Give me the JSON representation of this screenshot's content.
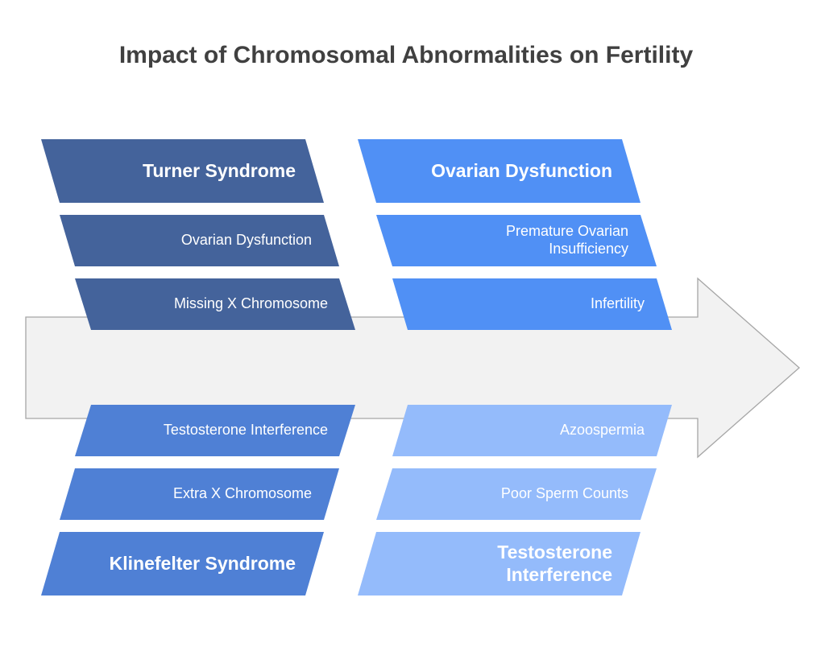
{
  "title": "Impact of Chromosomal Abnormalities on Fertility",
  "colors": {
    "dark_blue": "#44639B",
    "mid_blue": "#4F80D5",
    "bright_blue": "#5090F5",
    "light_blue": "#94BBFB",
    "arrow_fill": "#F2F2F2",
    "arrow_stroke": "#A6A6A6",
    "text_dark": "#404040"
  },
  "top_left": {
    "heading": "Turner Syndrome",
    "items": [
      "Ovarian Dysfunction",
      "Missing X Chromosome"
    ]
  },
  "top_right": {
    "heading": "Ovarian Dysfunction",
    "items": [
      "Premature Ovarian Insufficiency",
      "Infertility"
    ]
  },
  "bottom_left": {
    "heading": "Klinefelter Syndrome",
    "items": [
      "Testosterone Interference",
      "Extra X Chromosome"
    ]
  },
  "bottom_right": {
    "heading": "Testosterone Interference",
    "items": [
      "Azoospermia",
      "Poor Sperm Counts"
    ]
  }
}
